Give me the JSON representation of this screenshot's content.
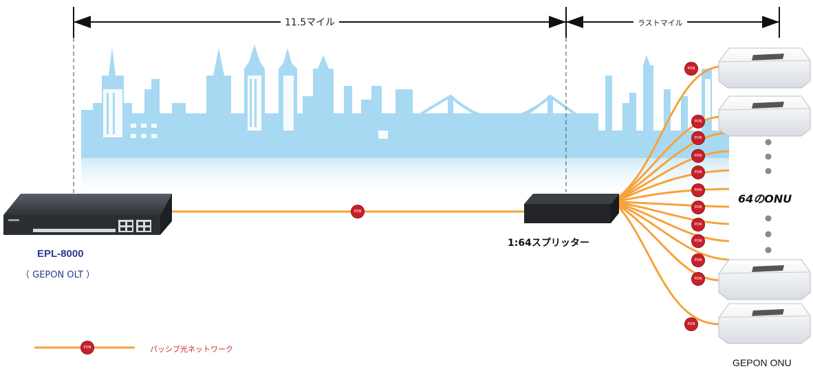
{
  "distance": {
    "main_span": "11.5マイル",
    "last_mile": "ラストマイル"
  },
  "olt": {
    "model": "EPL-8000",
    "subtitle": "（ GEPON OLT ）"
  },
  "splitter": {
    "label": "1:64スプリッター"
  },
  "onu": {
    "count_label": "64のONU",
    "caption": "GEPON ONU"
  },
  "pon_badge": "PON",
  "legend": {
    "label": "パッシブ光ネットワーク"
  },
  "colors": {
    "fiber": "#f7a23b",
    "pon_badge": "#c8202a",
    "skyline": "#a7d9f2",
    "olt_body": "#3a3e44",
    "splitter_body": "#2a2c2f",
    "label_blue": "#2b3a8f",
    "legend_red": "#cc2a2a"
  },
  "icons": {
    "olt": "switch-chassis-icon",
    "splitter": "splitter-box-icon",
    "onu": "router-icon",
    "badge": "pon-badge-icon"
  }
}
